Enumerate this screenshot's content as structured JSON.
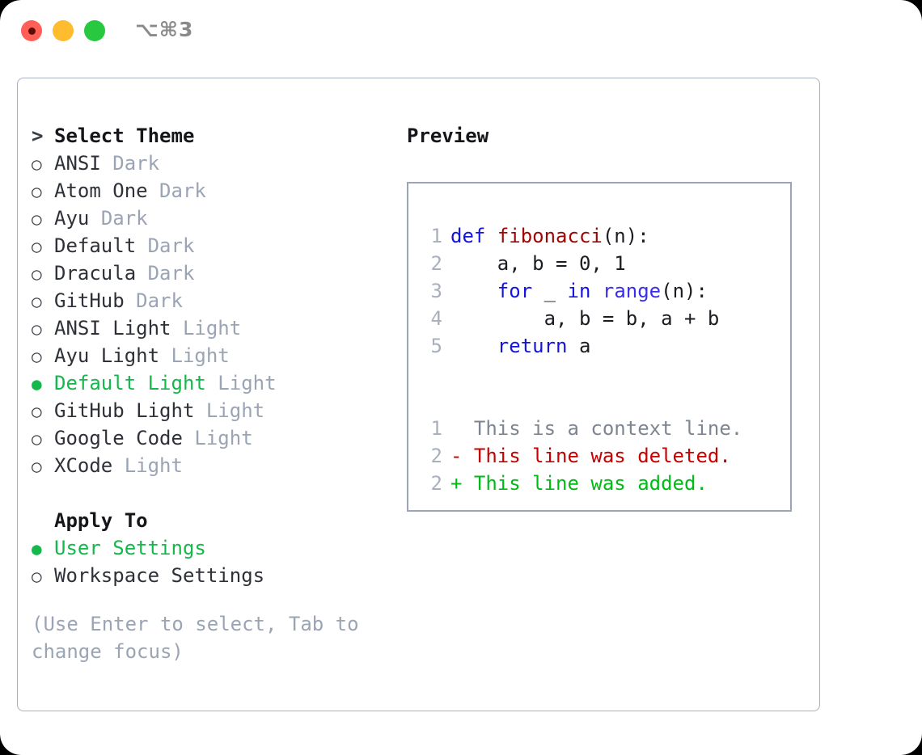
{
  "titlebar": {
    "shortcut": "⌥⌘3",
    "lights": [
      {
        "name": "close",
        "color": "#ff5f57"
      },
      {
        "name": "minimize",
        "color": "#febc2e"
      },
      {
        "name": "maximize",
        "color": "#28c840"
      }
    ]
  },
  "theme_picker": {
    "prompt_marker": ">",
    "heading": "Select Theme",
    "bullet_selected": "●",
    "bullet_unselected": "○",
    "items": [
      {
        "name": "ANSI",
        "category": "Dark",
        "selected": false
      },
      {
        "name": "Atom One",
        "category": "Dark",
        "selected": false
      },
      {
        "name": "Ayu",
        "category": "Dark",
        "selected": false
      },
      {
        "name": "Default",
        "category": "Dark",
        "selected": false
      },
      {
        "name": "Dracula",
        "category": "Dark",
        "selected": false
      },
      {
        "name": "GitHub",
        "category": "Dark",
        "selected": false
      },
      {
        "name": "ANSI Light",
        "category": "Light",
        "selected": false
      },
      {
        "name": "Ayu Light",
        "category": "Light",
        "selected": false
      },
      {
        "name": "Default Light",
        "category": "Light",
        "selected": true
      },
      {
        "name": "GitHub Light",
        "category": "Light",
        "selected": false
      },
      {
        "name": "Google Code",
        "category": "Light",
        "selected": false
      },
      {
        "name": "XCode",
        "category": "Light",
        "selected": false
      }
    ]
  },
  "apply_to": {
    "heading": "Apply To",
    "options": [
      {
        "label": "User Settings",
        "selected": true
      },
      {
        "label": "Workspace Settings",
        "selected": false
      }
    ]
  },
  "hint": "(Use Enter to select, Tab to change focus)",
  "preview": {
    "title": "Preview",
    "code_lines": [
      {
        "num": "1",
        "tokens": [
          {
            "t": "def",
            "c": "kw"
          },
          {
            "t": " ",
            "c": "plain"
          },
          {
            "t": "fibonacci",
            "c": "fn"
          },
          {
            "t": "(n):",
            "c": "plain"
          }
        ]
      },
      {
        "num": "2",
        "tokens": [
          {
            "t": "    a, b = 0, 1",
            "c": "plain"
          }
        ]
      },
      {
        "num": "3",
        "tokens": [
          {
            "t": "    ",
            "c": "plain"
          },
          {
            "t": "for",
            "c": "kw"
          },
          {
            "t": " _ ",
            "c": "plain"
          },
          {
            "t": "in",
            "c": "kw"
          },
          {
            "t": " ",
            "c": "plain"
          },
          {
            "t": "range",
            "c": "bi"
          },
          {
            "t": "(n):",
            "c": "plain"
          }
        ]
      },
      {
        "num": "4",
        "tokens": [
          {
            "t": "        a, b = b, a + b",
            "c": "plain"
          }
        ]
      },
      {
        "num": "5",
        "tokens": [
          {
            "t": "    ",
            "c": "plain"
          },
          {
            "t": "return",
            "c": "kw"
          },
          {
            "t": " a",
            "c": "plain"
          }
        ]
      }
    ],
    "diff_lines": [
      {
        "num": "1",
        "marker": " ",
        "text": " This is a context line.",
        "kind": "ctx"
      },
      {
        "num": "2",
        "marker": "-",
        "text": " This line was deleted.",
        "kind": "del"
      },
      {
        "num": "2",
        "marker": "+",
        "text": " This line was added.",
        "kind": "add"
      }
    ]
  },
  "colors": {
    "accent_green": "#14b84b",
    "muted_gray": "#9aa4b4",
    "border": "#a7b0c0",
    "keyword_blue": "#1414e0",
    "function_red": "#9e0606",
    "builtin_violet": "#3b2ee8",
    "diff_deleted": "#c70000",
    "diff_added": "#00bb15"
  }
}
